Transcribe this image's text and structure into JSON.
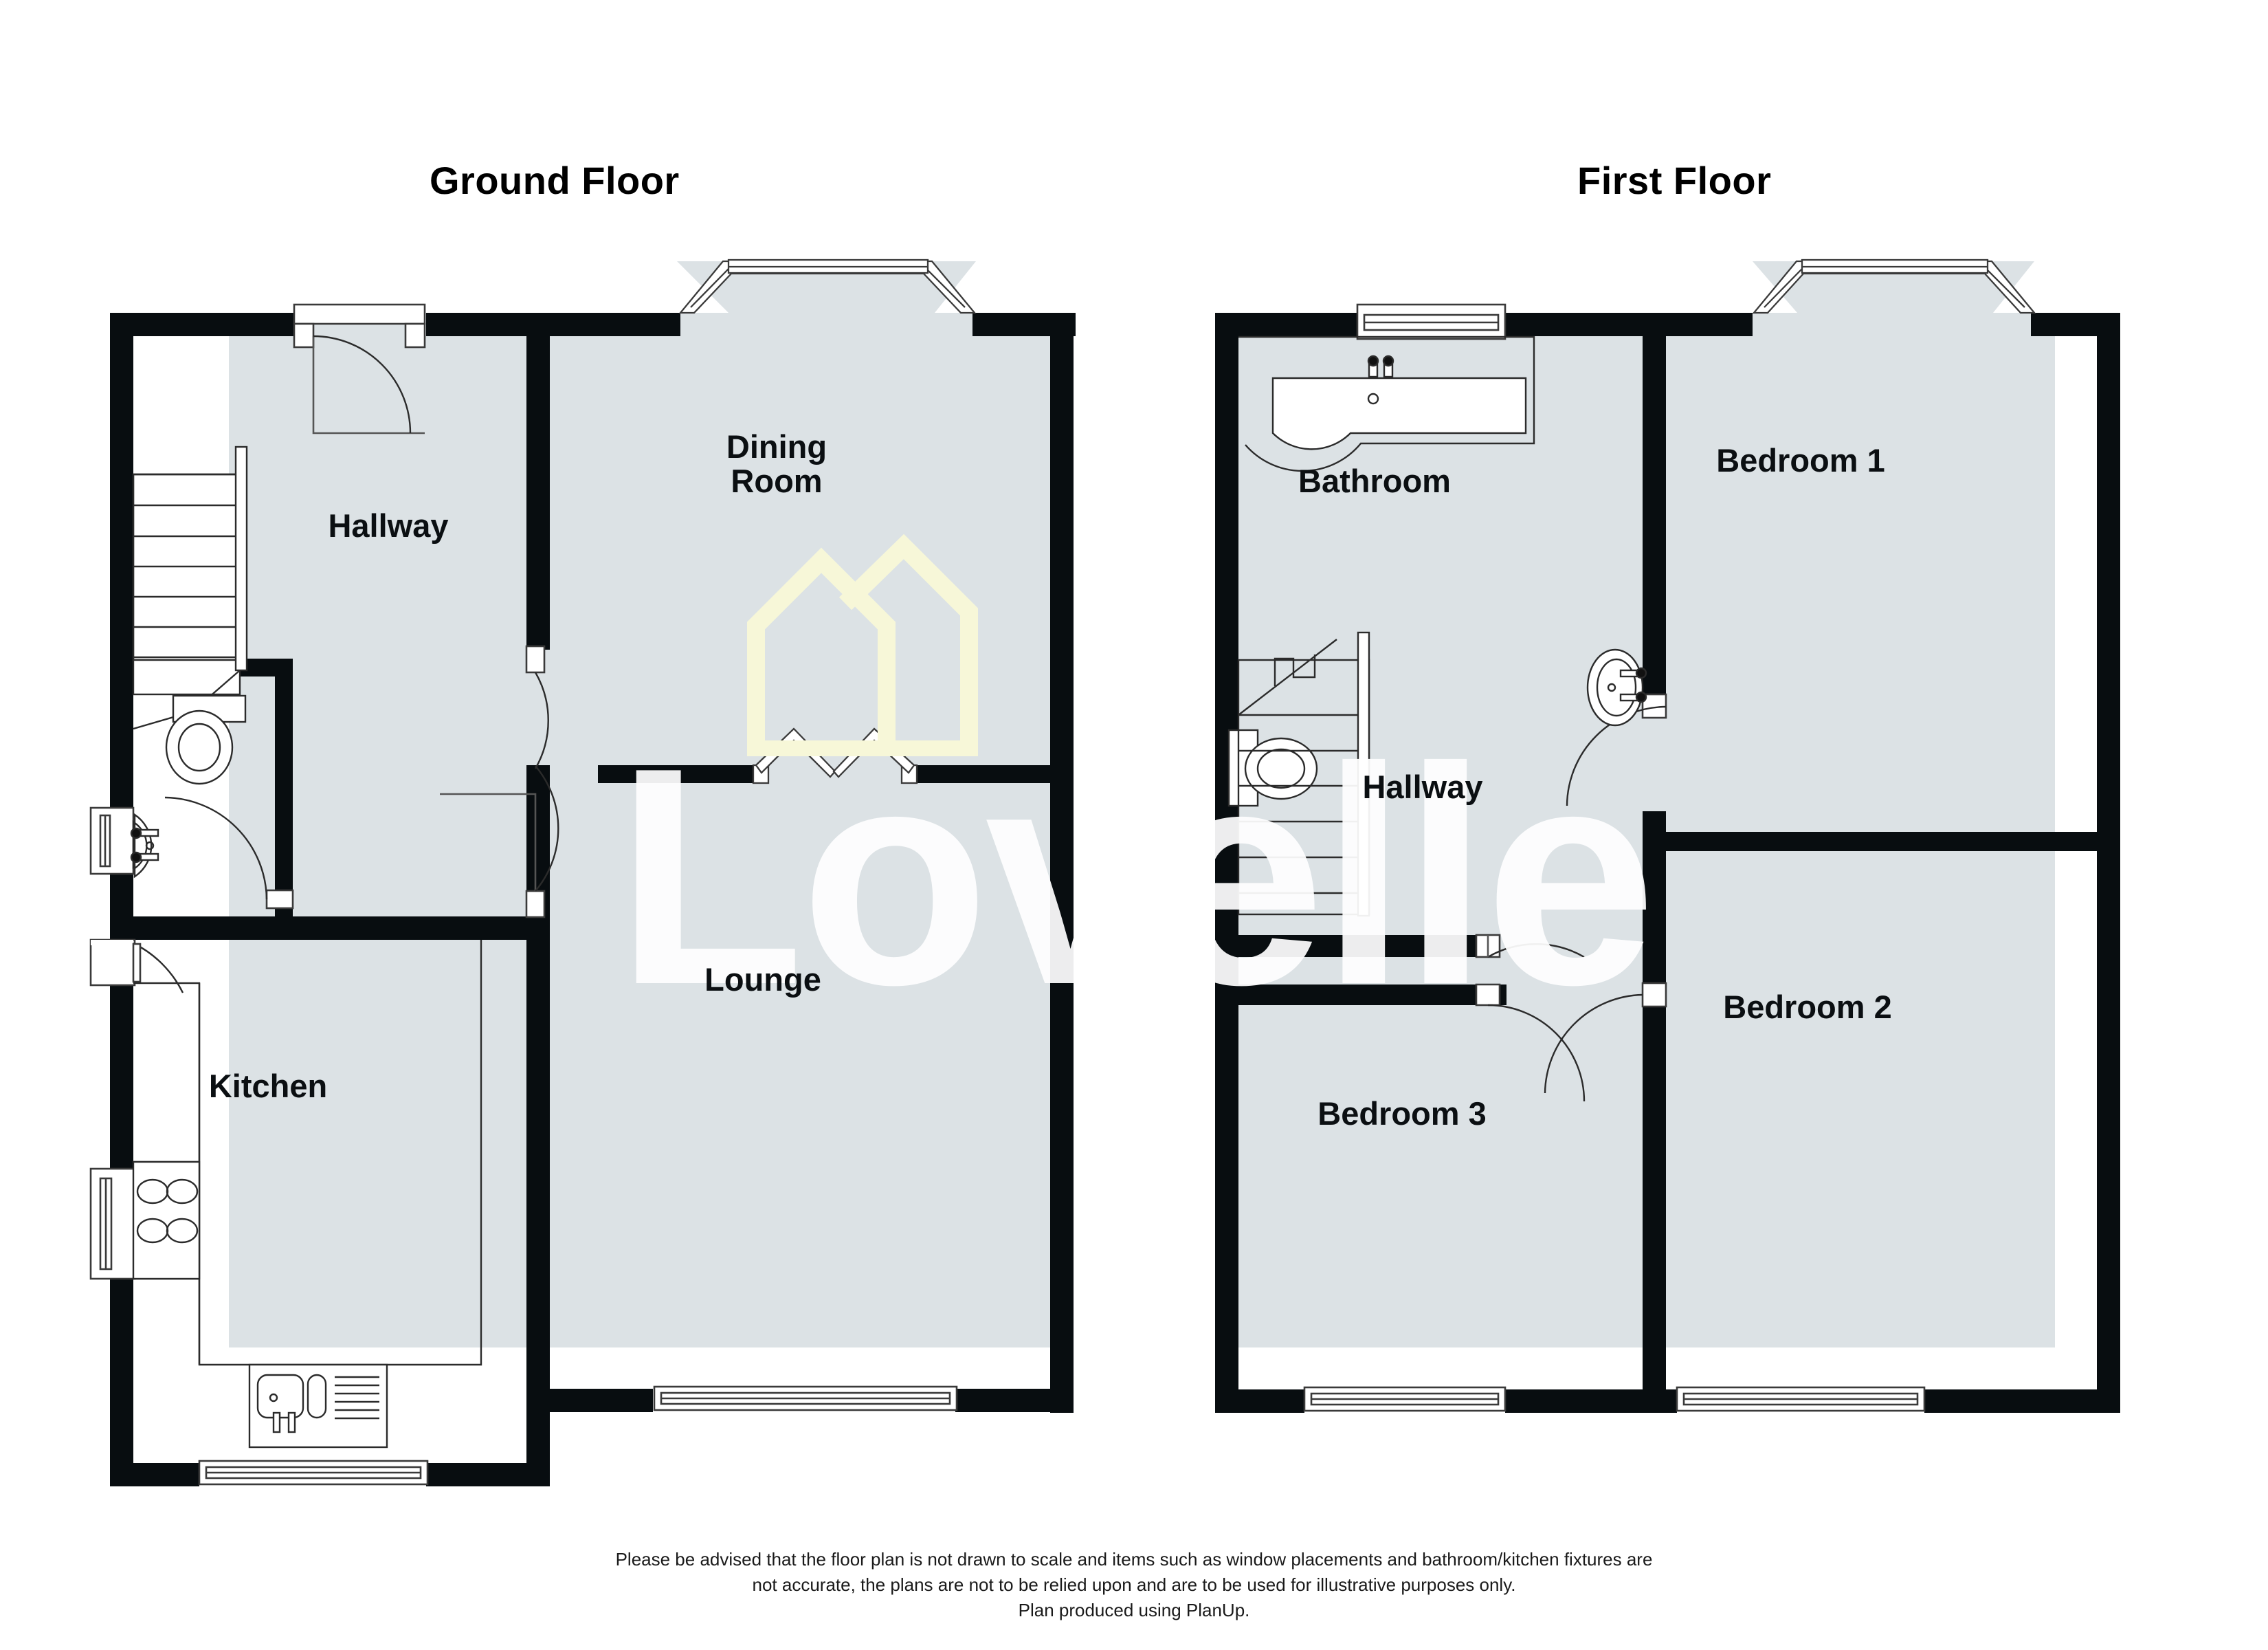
{
  "document": {
    "type": "floor-plan",
    "watermark_brand": "Lovelle",
    "watermark_logo": "house-outline-logo",
    "colors": {
      "wall": "#080d10",
      "floor_fill": "#dce2e5",
      "fixture_stroke": "#2b2b2b",
      "text": "#0b0f12",
      "watermark_text": "#ffffff",
      "watermark_logo": "#f7f7d8",
      "background": "#ffffff"
    }
  },
  "floors": [
    {
      "id": "ground",
      "title": "Ground Floor",
      "rooms": [
        {
          "name": "Hallway",
          "label": "Hallway"
        },
        {
          "name": "Dining Room",
          "label": "Dining\nRoom",
          "line1": "Dining",
          "line2": "Room"
        },
        {
          "name": "Lounge",
          "label": "Lounge"
        },
        {
          "name": "Kitchen",
          "label": "Kitchen"
        }
      ],
      "fixtures": [
        "staircase",
        "wc-toilet",
        "wc-basin",
        "kitchen-worktop",
        "kitchen-hob",
        "kitchen-sink"
      ],
      "openings": [
        "front-door",
        "bay-window",
        "internal-door-hallway-lounge",
        "internal-door-hallway-kitchen",
        "french-doors-dining-lounge",
        "rear-window-lounge",
        "rear-door-kitchen",
        "side-window-kitchen",
        "kitchen-rear-window"
      ]
    },
    {
      "id": "first",
      "title": "First Floor",
      "rooms": [
        {
          "name": "Bathroom",
          "label": "Bathroom"
        },
        {
          "name": "Bedroom 1",
          "label": "Bedroom 1"
        },
        {
          "name": "Hallway",
          "label": "Hallway"
        },
        {
          "name": "Bedroom 2",
          "label": "Bedroom 2"
        },
        {
          "name": "Bedroom 3",
          "label": "Bedroom 3"
        }
      ],
      "fixtures": [
        "bath",
        "wc-toilet",
        "wash-basin",
        "staircase"
      ],
      "openings": [
        "bathroom-window",
        "bay-window-bedroom1",
        "door-bathroom",
        "door-bedroom1",
        "door-bedroom2",
        "door-bedroom3",
        "window-bedroom3",
        "window-bedroom2"
      ]
    }
  ],
  "footer": {
    "line1": "Please be advised that the floor plan is not drawn to scale and items such as window placements and bathroom/kitchen fixtures are",
    "line2": "not accurate, the plans are not to be relied upon and are to be used for illustrative purposes only.",
    "line3": "Plan produced using PlanUp."
  }
}
